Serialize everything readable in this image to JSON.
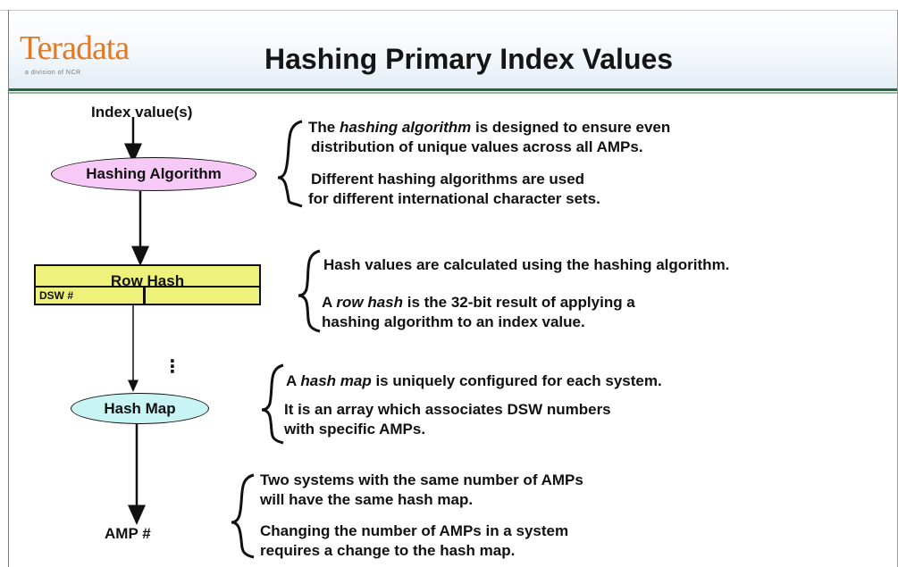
{
  "header": {
    "logo_text": "Teradata",
    "logo_subtext": "a division of NCR",
    "title": "Hashing Primary Index Values"
  },
  "flow": {
    "index_values": "Index value(s)",
    "hashing_algorithm": "Hashing Algorithm",
    "row_hash": "Row Hash",
    "dsw": "DSW #",
    "ellipsis": "⋮",
    "hash_map": "Hash Map",
    "amp": "AMP #"
  },
  "colors": {
    "hashing_algorithm_fill": "#f6c9f6",
    "row_hash_fill": "#eef27a",
    "hash_map_fill": "#c8f4f4",
    "logo_orange": "#e07a27",
    "header_rule": "#1c6b3c"
  },
  "notes": {
    "hashing_algorithm": {
      "l1_a": "The ",
      "l1_em": "hashing algorithm",
      "l1_b": " is designed to ensure even",
      "l2": "distribution of unique values across all AMPs.",
      "l3": "Different hashing algorithms are used",
      "l4": "for different international character sets."
    },
    "row_hash": {
      "l1": "Hash values are calculated using the hashing algorithm.",
      "l2_a": "A ",
      "l2_em": "row hash",
      "l2_b": " is the 32-bit result of applying a",
      "l3": "hashing algorithm to an index value."
    },
    "hash_map": {
      "l1_a": "A ",
      "l1_em": "hash map",
      "l1_b": " is uniquely configured for each system.",
      "l2": "It is an array which associates DSW numbers",
      "l3": "with specific AMPs."
    },
    "amp": {
      "l1": "Two systems with the same number of AMPs",
      "l2": "will have the same hash map.",
      "l3": "Changing the number of AMPs in a system",
      "l4": "requires a change to the hash map."
    }
  }
}
